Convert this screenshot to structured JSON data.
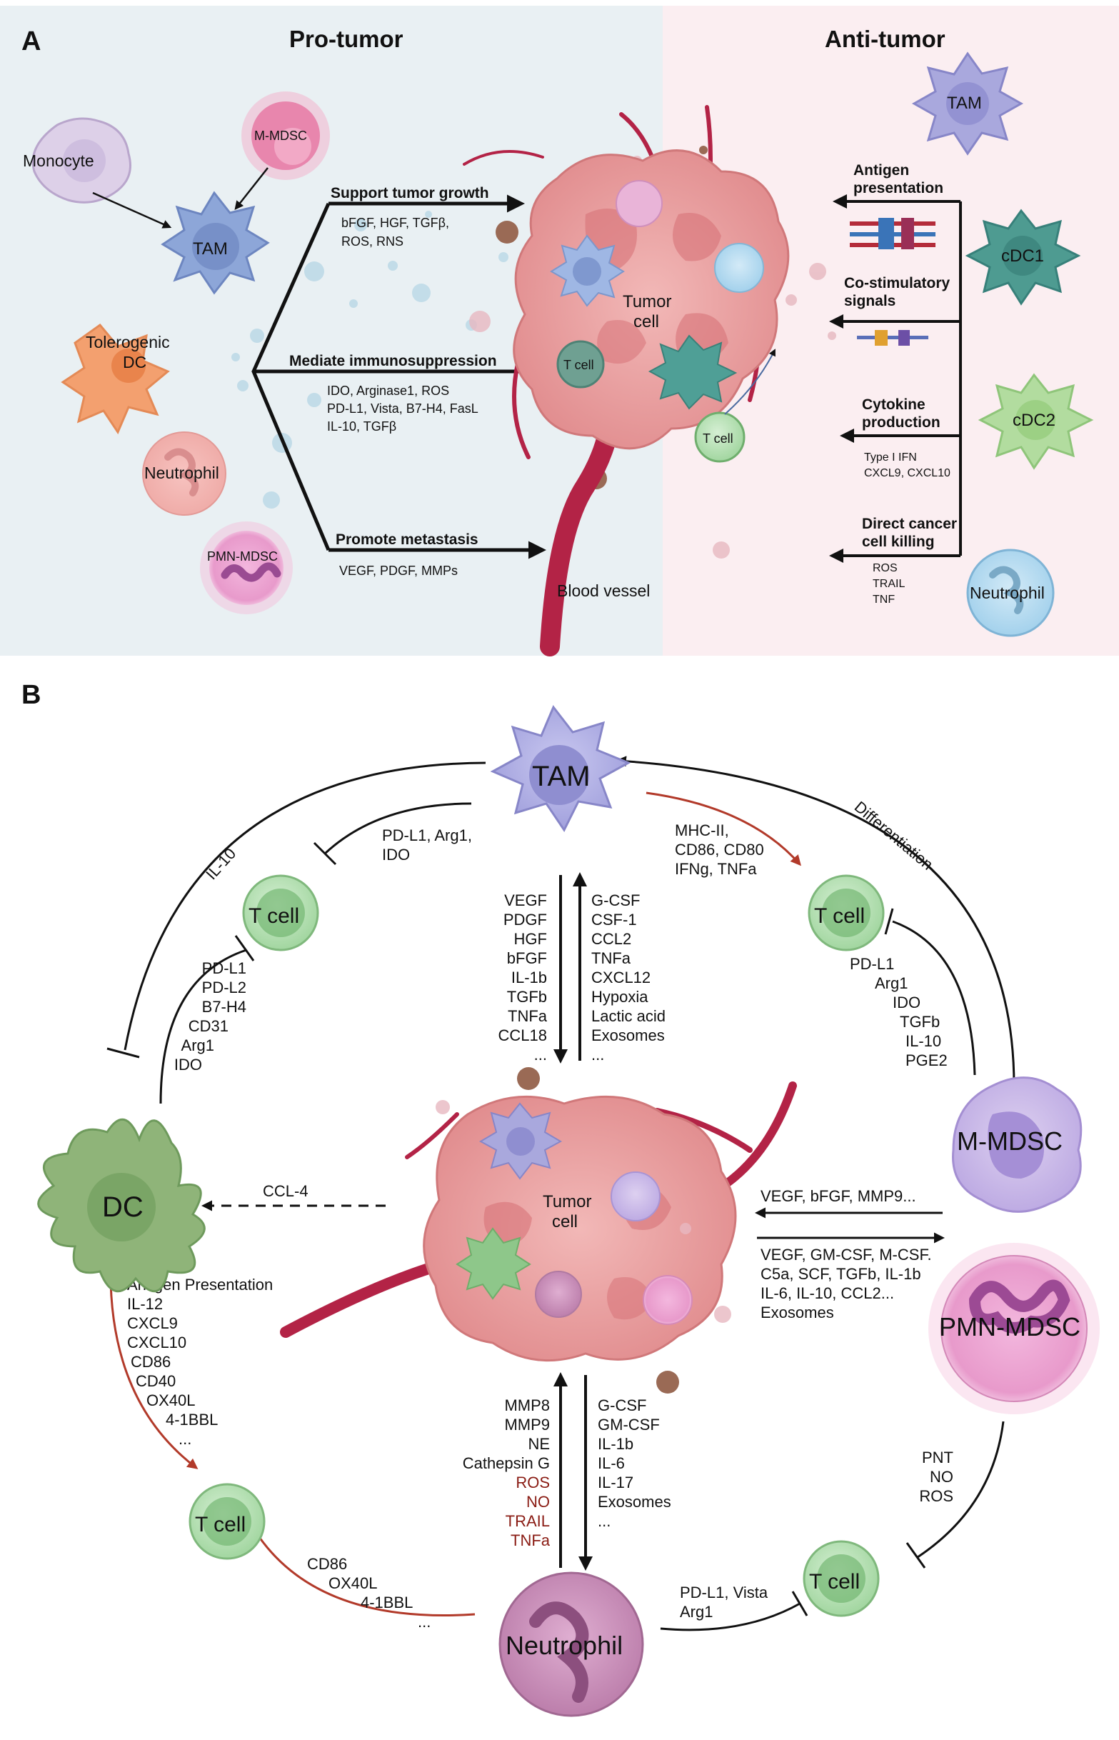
{
  "panel_a": {
    "label": "A",
    "pro_tumor": "Pro-tumor",
    "anti_tumor": "Anti-tumor",
    "cells_left": {
      "monocyte": "Monocyte",
      "m_mdsc": "M-MDSC",
      "tam": "TAM",
      "tolerogenic_dc_1": "Tolerogenic",
      "tolerogenic_dc_2": "DC",
      "neutrophil": "Neutrophil",
      "pmn_mdsc": "PMN-MDSC"
    },
    "arrows_left": [
      {
        "title": "Support tumor growth",
        "lines": [
          "bFGF, HGF, TGFβ,",
          "ROS, RNS"
        ]
      },
      {
        "title": "Mediate immunosuppression",
        "lines": [
          "IDO, Arginase1, ROS",
          "PD-L1, Vista, B7-H4, FasL",
          "IL-10, TGFβ"
        ]
      },
      {
        "title": "Promote metastasis",
        "lines": [
          "VEGF, PDGF, MMPs"
        ]
      }
    ],
    "center": {
      "tumor_1": "Tumor",
      "tumor_2": "cell",
      "tcell_1": "T cell",
      "tcell_2": "T cell",
      "blood_vessel": "Blood vessel"
    },
    "cells_right": {
      "tam": "TAM",
      "cdc1": "cDC1",
      "cdc2": "cDC2",
      "neutrophil": "Neutrophil"
    },
    "arrows_right": [
      {
        "title_lines": [
          "Antigen",
          "presentation"
        ],
        "lines": []
      },
      {
        "title_lines": [
          "Co-stimulatory",
          "signals"
        ],
        "lines": []
      },
      {
        "title_lines": [
          "Cytokine",
          "production"
        ],
        "lines": [
          "Type I IFN",
          "CXCL9, CXCL10"
        ]
      },
      {
        "title_lines": [
          "Direct cancer",
          "cell killing"
        ],
        "lines": [
          "ROS",
          "TRAIL",
          "TNF"
        ]
      }
    ]
  },
  "panel_b": {
    "label": "B",
    "cells": {
      "tam": "TAM",
      "dc": "DC",
      "m_mdsc": "M-MDSC",
      "pmn_mdsc": "PMN-MDSC",
      "neutrophil": "Neutrophil",
      "tcell": "T cell",
      "tumor_1": "Tumor",
      "tumor_2": "cell"
    },
    "il10": "IL-10",
    "differentiation": "Differentiation",
    "tam_to_tcell_left": [
      "PD-L1, Arg1,",
      "IDO"
    ],
    "tam_to_tcell_right": [
      "MHC-II,",
      "CD86, CD80",
      "IFNg, TNFa"
    ],
    "dc_to_tcell_top": [
      "PD-L1",
      "PD-L2",
      "B7-H4",
      "CD31",
      "Arg1",
      "IDO"
    ],
    "mmdsc_to_tcell": [
      "PD-L1",
      "Arg1",
      "IDO",
      "TGFb",
      "IL-10",
      "PGE2"
    ],
    "tam_down": [
      "VEGF",
      "PDGF",
      "HGF",
      "bFGF",
      "IL-1b",
      "TGFb",
      "TNFa",
      "CCL18",
      "..."
    ],
    "tumor_up_tam": [
      "G-CSF",
      "CSF-1",
      "CCL2",
      "TNFa",
      "CXCL12",
      "Hypoxia",
      "Lactic acid",
      "Exosomes",
      "..."
    ],
    "ccl4": "CCL-4",
    "mdsc_to_tumor": "VEGF, bFGF, MMP9...",
    "tumor_to_mdsc": [
      "VEGF, GM-CSF, M-CSF.",
      "C5a, SCF, TGFb, IL-1b",
      "IL-6, IL-10, CCL2...",
      "Exosomes"
    ],
    "dc_to_tcell_bottom": [
      "Antigen Presentation",
      "IL-12",
      "CXCL9",
      "CXCL10",
      "CD86",
      "CD40",
      "OX40L",
      "4-1BBL",
      "..."
    ],
    "neut_up_black": [
      "MMP8",
      "MMP9",
      "NE",
      "Cathepsin G"
    ],
    "neut_up_red": [
      "ROS",
      "NO",
      "TRAIL",
      "TNFa"
    ],
    "tumor_down_neut": [
      "G-CSF",
      "GM-CSF",
      "IL-1b",
      "IL-6",
      "IL-17",
      "Exosomes",
      "..."
    ],
    "pmn_to_tcell": [
      "PNT",
      "NO",
      "ROS"
    ],
    "neut_to_tcell_left": [
      "CD86",
      "OX40L",
      "4-1BBL",
      "..."
    ],
    "neut_to_tcell_right": [
      "PD-L1, Vista",
      "Arg1"
    ]
  },
  "colors": {
    "pro_bg": "#e9f0f3",
    "anti_bg": "#fbeef1",
    "tam": "#a9a8dd",
    "tcell": "#a8d8a6",
    "tumor": "#e79a9b",
    "vessel": "#b32346",
    "neutrophil": "#c98fb6",
    "inhibit_red": "#b23a2a"
  }
}
